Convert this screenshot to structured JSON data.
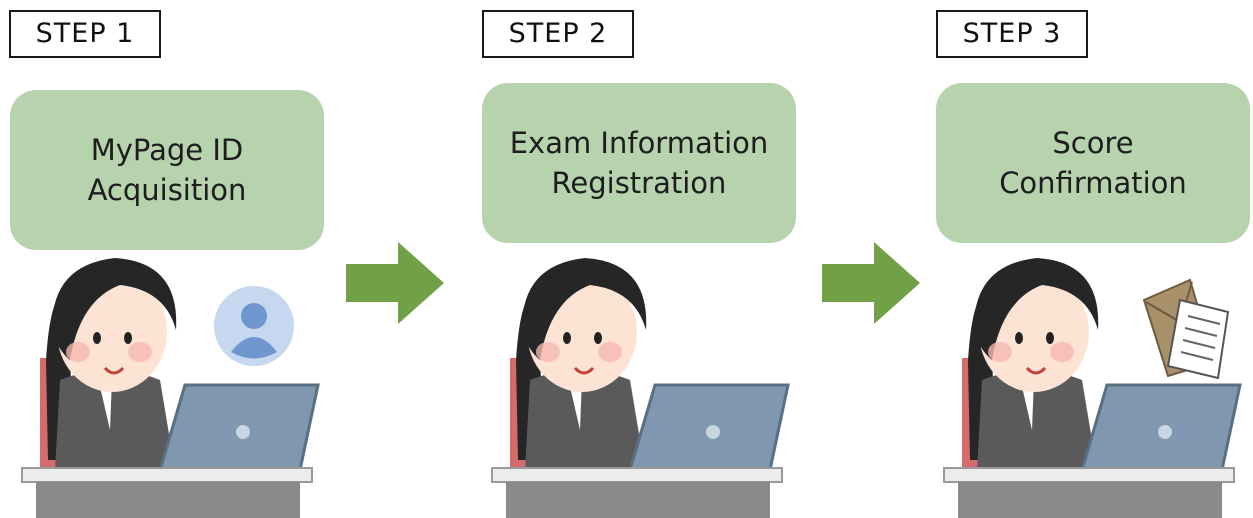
{
  "steps": [
    {
      "label": "STEP 1",
      "title": "MyPage ID\nAcquisition",
      "accessory_icon": "user-avatar-icon"
    },
    {
      "label": "STEP 2",
      "title": "Exam Information\nRegistration",
      "accessory_icon": ""
    },
    {
      "label": "STEP 3",
      "title": "Score\nConfirmation",
      "accessory_icon": "envelope-document-icon"
    }
  ],
  "colors": {
    "card": "#b7d3ae",
    "arrow": "#72a046",
    "hair": "#262626",
    "skin": "#fde3d4",
    "laptop": "#7f98b0",
    "suit": "#5a5a5a"
  }
}
